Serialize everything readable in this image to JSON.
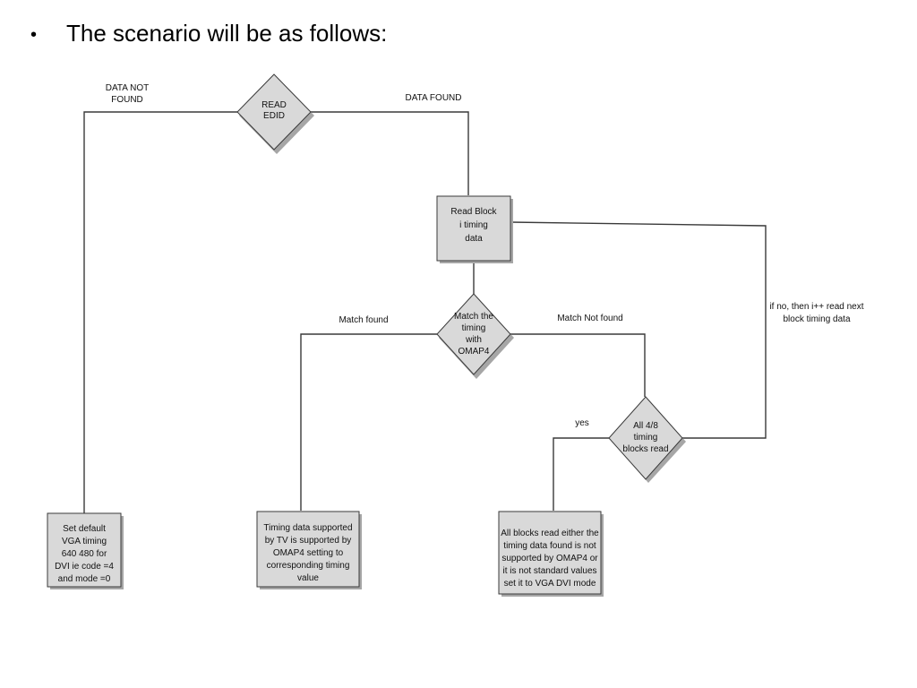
{
  "heading": {
    "bullet": "•",
    "text": "The scenario will be as follows:"
  },
  "nodes": {
    "read_edid": [
      "READ",
      "EDID"
    ],
    "read_block": [
      "Read Block",
      "i timing",
      "data"
    ],
    "match_decision": [
      "Match the",
      "timing",
      "with",
      "OMAP4"
    ],
    "all_read_decision": [
      "All 4/8",
      "timing",
      "blocks read"
    ],
    "default_box": [
      "Set default",
      "VGA timing",
      "640 480 for",
      "DVI ie code =4",
      "and mode =0"
    ],
    "supported_box": [
      "Timing data supported",
      "by TV is supported by",
      "OMAP4 setting to",
      "corresponding timing",
      "value"
    ],
    "fallback_box": [
      "All blocks read either the",
      "timing data found is not",
      "supported by OMAP4 or",
      "it is not standard values",
      "set it to VGA DVI mode"
    ]
  },
  "edge_labels": {
    "data_not_found": [
      "DATA NOT",
      "FOUND"
    ],
    "data_found": "DATA FOUND",
    "match_found": "Match found",
    "match_not_found": "Match Not found",
    "yes": "yes",
    "loop_next": [
      "if no, then i++ read next",
      "block timing data"
    ]
  },
  "colors": {
    "node_fill": "#d9d9d9",
    "shadow": "#a6a6a6",
    "stroke": "#3a3a3a"
  }
}
